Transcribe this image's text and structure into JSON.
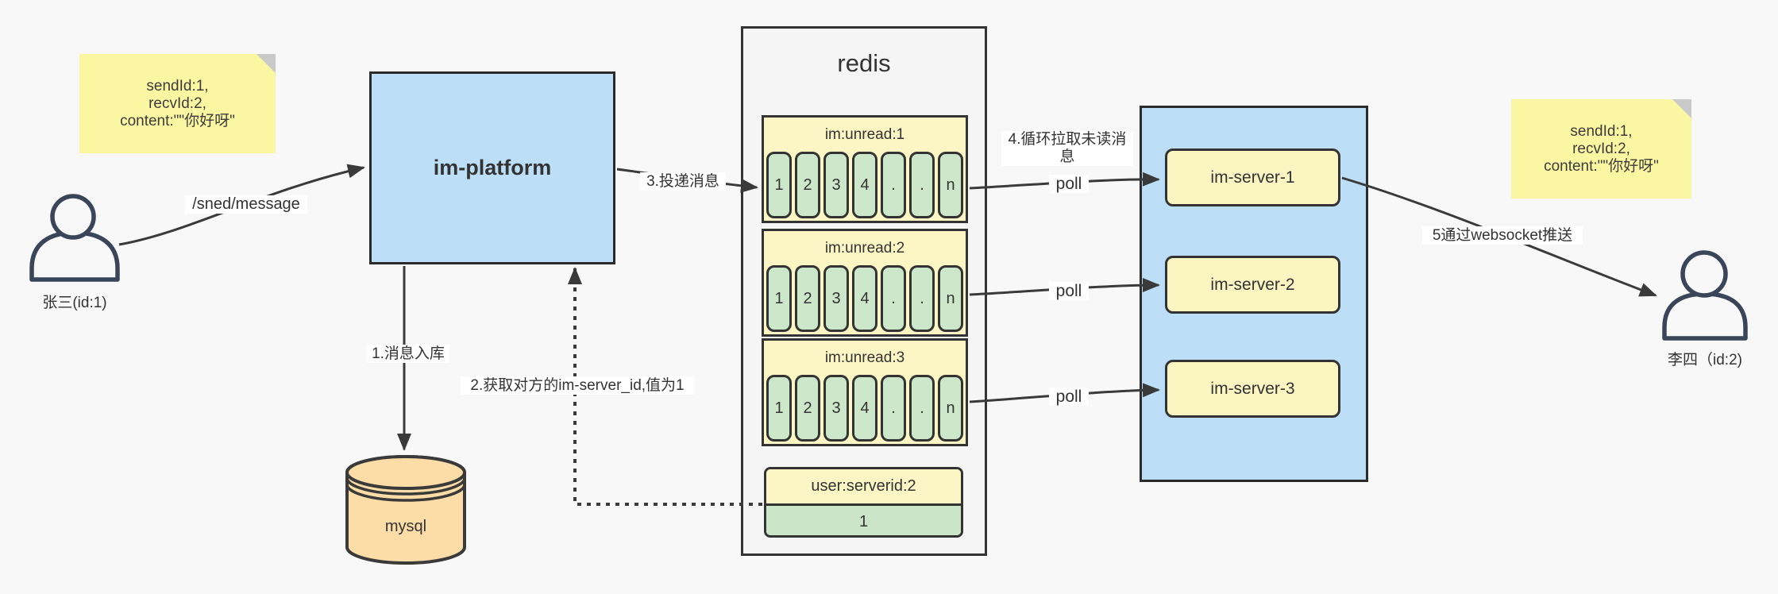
{
  "diagram": {
    "background": "#f8f8f8",
    "colors": {
      "note_yellow": "#fbf6a2",
      "container_blue": "#bcdef6",
      "redis_panel_gray": "#f5f5f5",
      "header_yellow": "#fcf6c4",
      "cell_green": "#cde7cb",
      "mysql_orange": "#fcdca7",
      "line_dark": "#3a3a3a",
      "person_stroke": "#3a4559"
    }
  },
  "notes": {
    "left": {
      "lines": [
        "sendId:1,",
        "recvId:2,",
        "content:\"\"你好呀\""
      ]
    },
    "right": {
      "lines": [
        "sendId:1,",
        "recvId:2,",
        "content:\"\"你好呀\""
      ]
    }
  },
  "actors": {
    "sender": {
      "label": "张三(id:1)"
    },
    "receiver": {
      "label": "李四（id:2)"
    }
  },
  "platform": {
    "label": "im-platform"
  },
  "database": {
    "label": "mysql"
  },
  "redis": {
    "title": "redis",
    "queues": [
      {
        "header": "im:unread:1",
        "cells": [
          "1",
          "2",
          "3",
          "4",
          ".",
          ".",
          "n"
        ]
      },
      {
        "header": "im:unread:2",
        "cells": [
          "1",
          "2",
          "3",
          "4",
          ".",
          ".",
          "n"
        ]
      },
      {
        "header": "im:unread:3",
        "cells": [
          "1",
          "2",
          "3",
          "4",
          ".",
          ".",
          "n"
        ]
      }
    ],
    "kv": {
      "header": "user:serverid:2",
      "value": "1"
    }
  },
  "cluster": {
    "servers": [
      {
        "label": "im-server-1"
      },
      {
        "label": "im-server-2"
      },
      {
        "label": "im-server-3"
      }
    ]
  },
  "flows": {
    "send_api": "/sned/message",
    "step1": "1.消息入库",
    "step2": "2.获取对方的im-server_id,值为1",
    "step3": "3.投递消息",
    "step4": "4.循环拉取未读消息",
    "step5": "5通过websocket推送",
    "poll": "poll"
  }
}
